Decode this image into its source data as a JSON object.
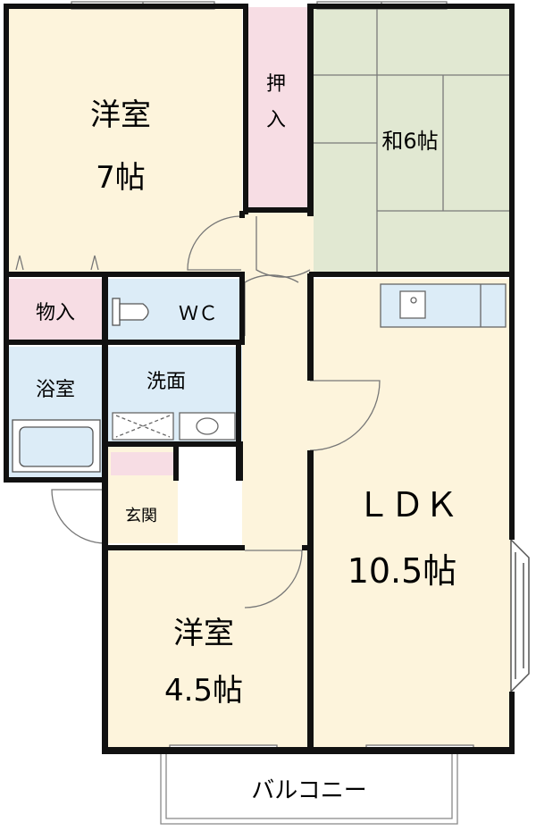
{
  "rooms": {
    "western_7": {
      "name": "洋室",
      "size": "7帖"
    },
    "closet_oshiire": {
      "name": "押入"
    },
    "japanese_6": {
      "name": "和6帖"
    },
    "storage": {
      "name": "物入"
    },
    "wc": {
      "name": "ＷＣ"
    },
    "bathroom": {
      "name": "浴室"
    },
    "washroom": {
      "name": "洗面"
    },
    "entrance": {
      "name": "玄関"
    },
    "ldk": {
      "name": "ＬＤＫ",
      "size": "10.5帖"
    },
    "western_45": {
      "name": "洋室",
      "size": "4.5帖"
    },
    "balcony": {
      "name": "バルコニー"
    }
  },
  "colors": {
    "wall": "#111111",
    "western_floor": "#fdf4dc",
    "tatami": "#e1e8d2",
    "closet": "#f7dde4",
    "wet_area": "#dcecf7",
    "line": "#888888"
  }
}
